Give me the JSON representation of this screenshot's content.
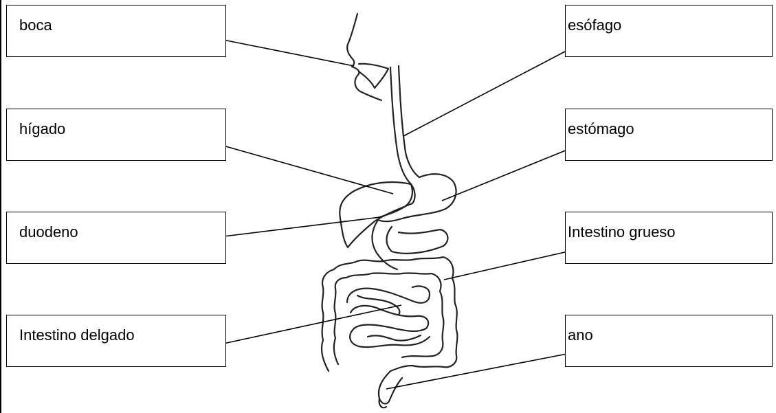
{
  "labels": {
    "boca": "boca",
    "higado": "hígado",
    "duodeno": "duodeno",
    "intestino_delgado": "Intestino delgado",
    "esofago": "esófago",
    "estomago": "estómago",
    "intestino_grueso": "Intestino grueso",
    "ano": "ano"
  },
  "colors": {
    "line": "#000000",
    "background": "#ffffff"
  }
}
